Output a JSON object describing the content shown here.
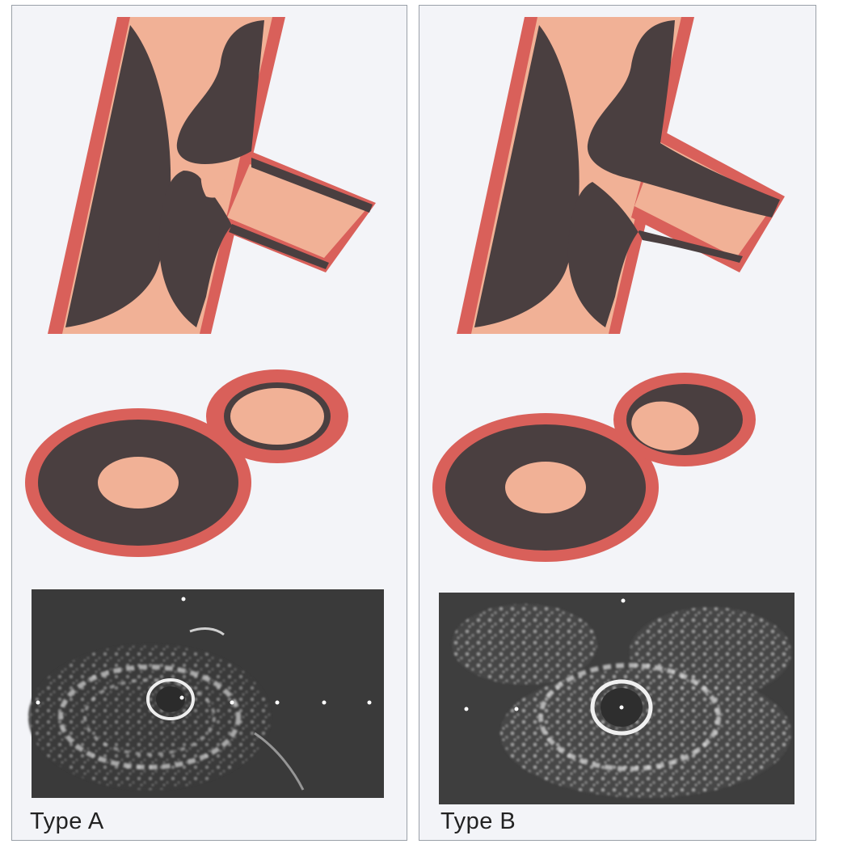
{
  "panels": [
    {
      "id": "a",
      "label": "Type A"
    },
    {
      "id": "b",
      "label": "Type B"
    }
  ],
  "colors": {
    "vessel_wall": "#d9605a",
    "lumen": "#f1b196",
    "plaque": "#4a3f40",
    "background": "#f3f4f8",
    "ultrasound_bg": "#3a3a3a"
  }
}
